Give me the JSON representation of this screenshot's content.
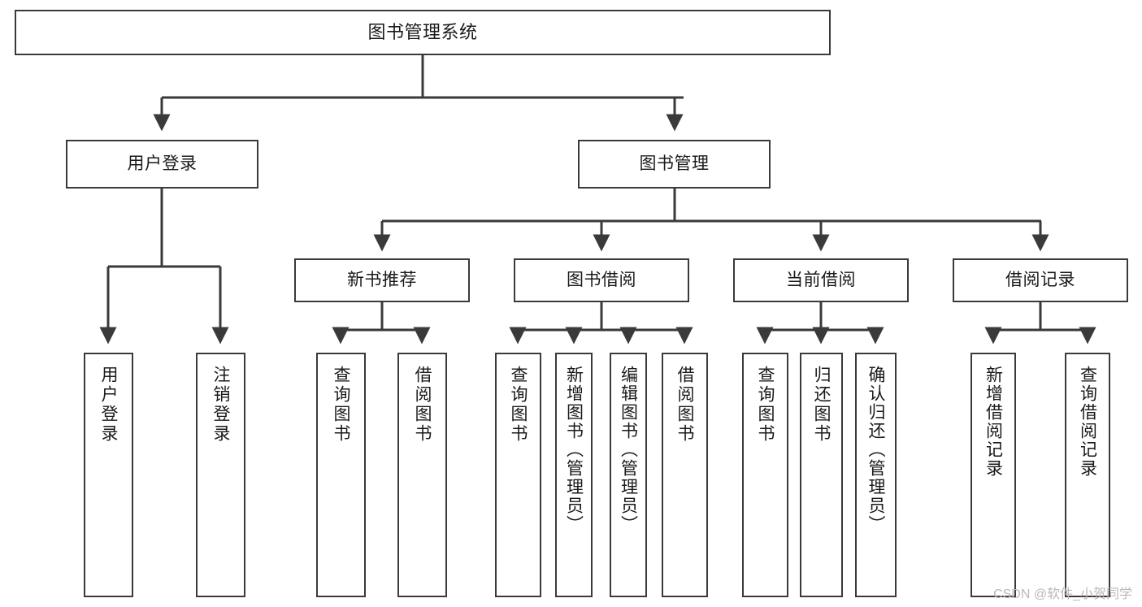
{
  "diagram": {
    "title": "图书管理系统",
    "type": "tree-hierarchy-chart",
    "line_color": "#3a3a3a",
    "box_fill": "#ffffff",
    "text_color": "#1a1a1a",
    "root": {
      "label": "图书管理系统"
    },
    "level2": [
      {
        "label": "用户登录"
      },
      {
        "label": "图书管理"
      }
    ],
    "level3": [
      {
        "label": "新书推荐"
      },
      {
        "label": "图书借阅"
      },
      {
        "label": "当前借阅"
      },
      {
        "label": "借阅记录"
      }
    ],
    "leaves": {
      "user_login": [
        {
          "label": "用户登录"
        },
        {
          "label": "注销登录"
        }
      ],
      "new_book_recommend": [
        {
          "label": "查询图书"
        },
        {
          "label": "借阅图书"
        }
      ],
      "book_borrow": [
        {
          "label": "查询图书"
        },
        {
          "label": "新增图书（管理员）"
        },
        {
          "label": "编辑图书（管理员）"
        },
        {
          "label": "借阅图书"
        }
      ],
      "current_borrow": [
        {
          "label": "查询图书"
        },
        {
          "label": "归还图书"
        },
        {
          "label": "确认归还（管理员）"
        }
      ],
      "borrow_record": [
        {
          "label": "新增借阅记录"
        },
        {
          "label": "查询借阅记录"
        }
      ]
    }
  },
  "watermark": {
    "text": "CSDN @软件_小贺同学",
    "color": "#b9b9b9"
  }
}
